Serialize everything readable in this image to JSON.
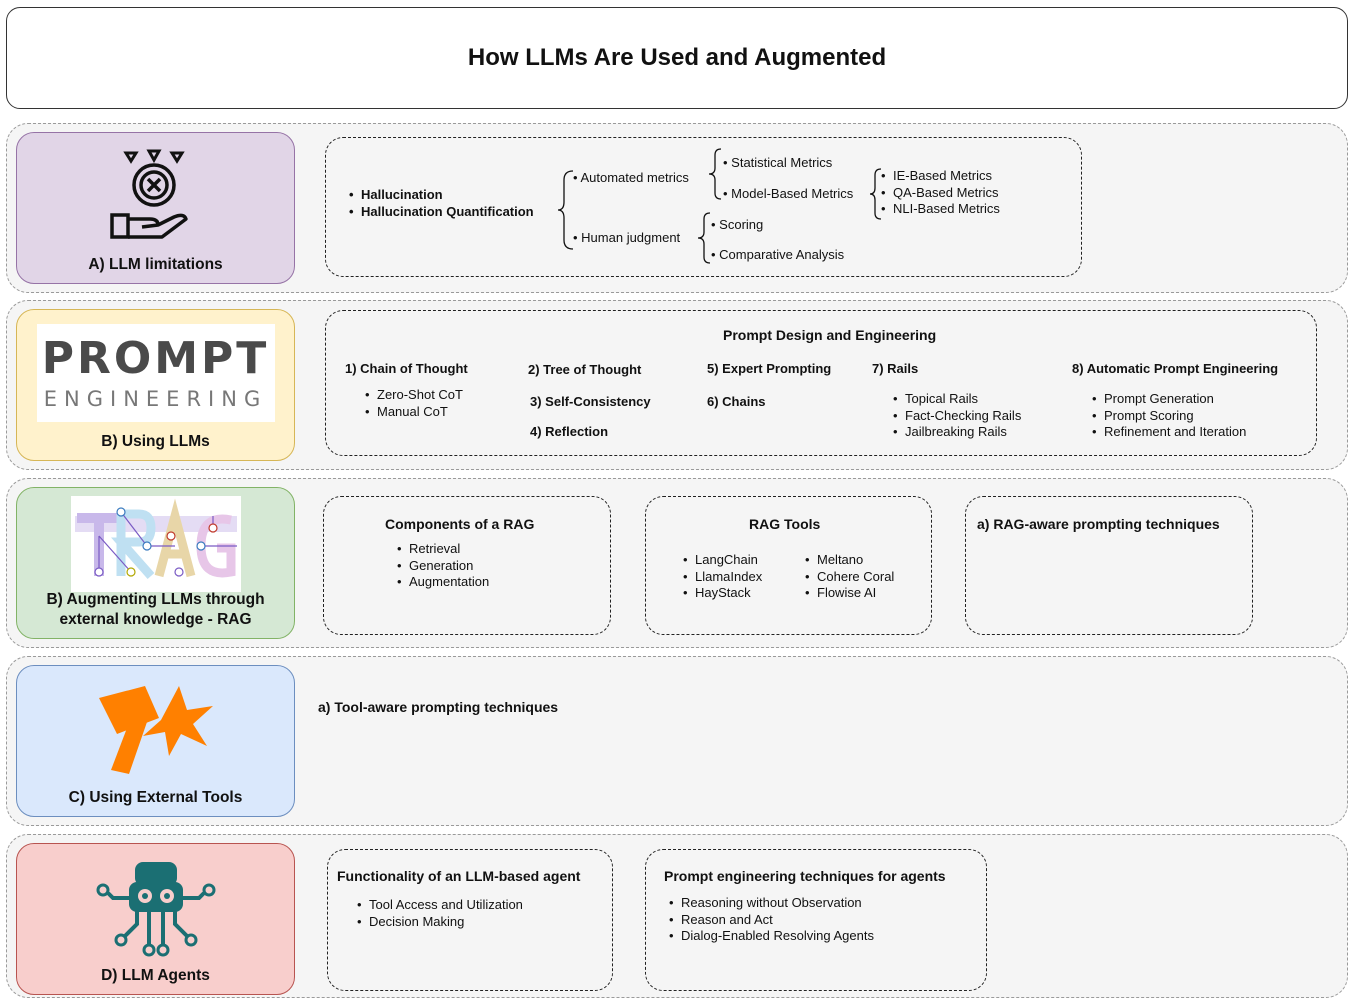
{
  "title": "How LLMs Are Used and Augmented",
  "colors": {
    "card_a": "#e1d5e7",
    "card_a_border": "#9673a6",
    "card_b": "#fff2cc",
    "card_b_border": "#d6b656",
    "card_rag": "#d5e8d4",
    "card_rag_border": "#82b366",
    "card_c": "#dae8fc",
    "card_c_border": "#6c8ebf",
    "card_d": "#f8cecc",
    "card_d_border": "#b85450",
    "tool_icon": "#ff8000",
    "agent_icon": "#1b6f73"
  },
  "row_a": {
    "label": "A) LLM limitations",
    "icon": "hallucination-hand-icon",
    "items": [
      "Hallucination",
      "Hallucination Quantification"
    ],
    "automated": "Automated metrics",
    "human": "Human judgment",
    "statistical": "Statistical Metrics",
    "model_based": "Model-Based Metrics",
    "model_sub": [
      "IE-Based Metrics",
      "QA-Based Metrics",
      "NLI-Based Metrics"
    ],
    "scoring": "Scoring",
    "comparative": "Comparative Analysis"
  },
  "row_b": {
    "label": "B) Using LLMs",
    "logo_top": "PROMPT",
    "logo_bottom": "ENGINEERING",
    "heading": "Prompt Design and Engineering",
    "cot": "1) Chain of Thought",
    "cot_items": [
      "Zero-Shot CoT",
      "Manual CoT"
    ],
    "tot": "2) Tree of Thought",
    "self_consistency": "3) Self-Consistency",
    "reflection": "4) Reflection",
    "expert": "5) Expert Prompting",
    "chains": "6) Chains",
    "rails": "7) Rails",
    "rails_items": [
      "Topical Rails",
      "Fact-Checking Rails",
      "Jailbreaking Rails"
    ],
    "ape": "8) Automatic Prompt Engineering",
    "ape_items": [
      "Prompt Generation",
      "Prompt Scoring",
      "Refinement and Iteration"
    ]
  },
  "row_rag": {
    "label_line1": "B) Augmenting LLMs through",
    "label_line2": "external knowledge - RAG",
    "logo": "RAG",
    "components_heading": "Components of a RAG",
    "components": [
      "Retrieval",
      "Generation",
      "Augmentation"
    ],
    "tools_heading": "RAG Tools",
    "tools_col1": [
      "LangChain",
      "LlamaIndex",
      "HayStack"
    ],
    "tools_col2": [
      "Meltano",
      "Cohere Coral",
      "Flowise AI"
    ],
    "aware_heading": "a) RAG-aware prompting techniques"
  },
  "row_c": {
    "label": "C) Using External Tools",
    "icon": "hammer-icon",
    "heading": "a) Tool-aware prompting techniques"
  },
  "row_d": {
    "label": "D) LLM Agents",
    "icon": "octopus-robot-icon",
    "func_heading": "Functionality of an LLM-based agent",
    "func_items": [
      "Tool Access and Utilization",
      "Decision Making"
    ],
    "pe_heading": "Prompt engineering techniques for agents",
    "pe_items": [
      "Reasoning without Observation",
      "Reason and Act",
      "Dialog-Enabled Resolving Agents"
    ]
  }
}
